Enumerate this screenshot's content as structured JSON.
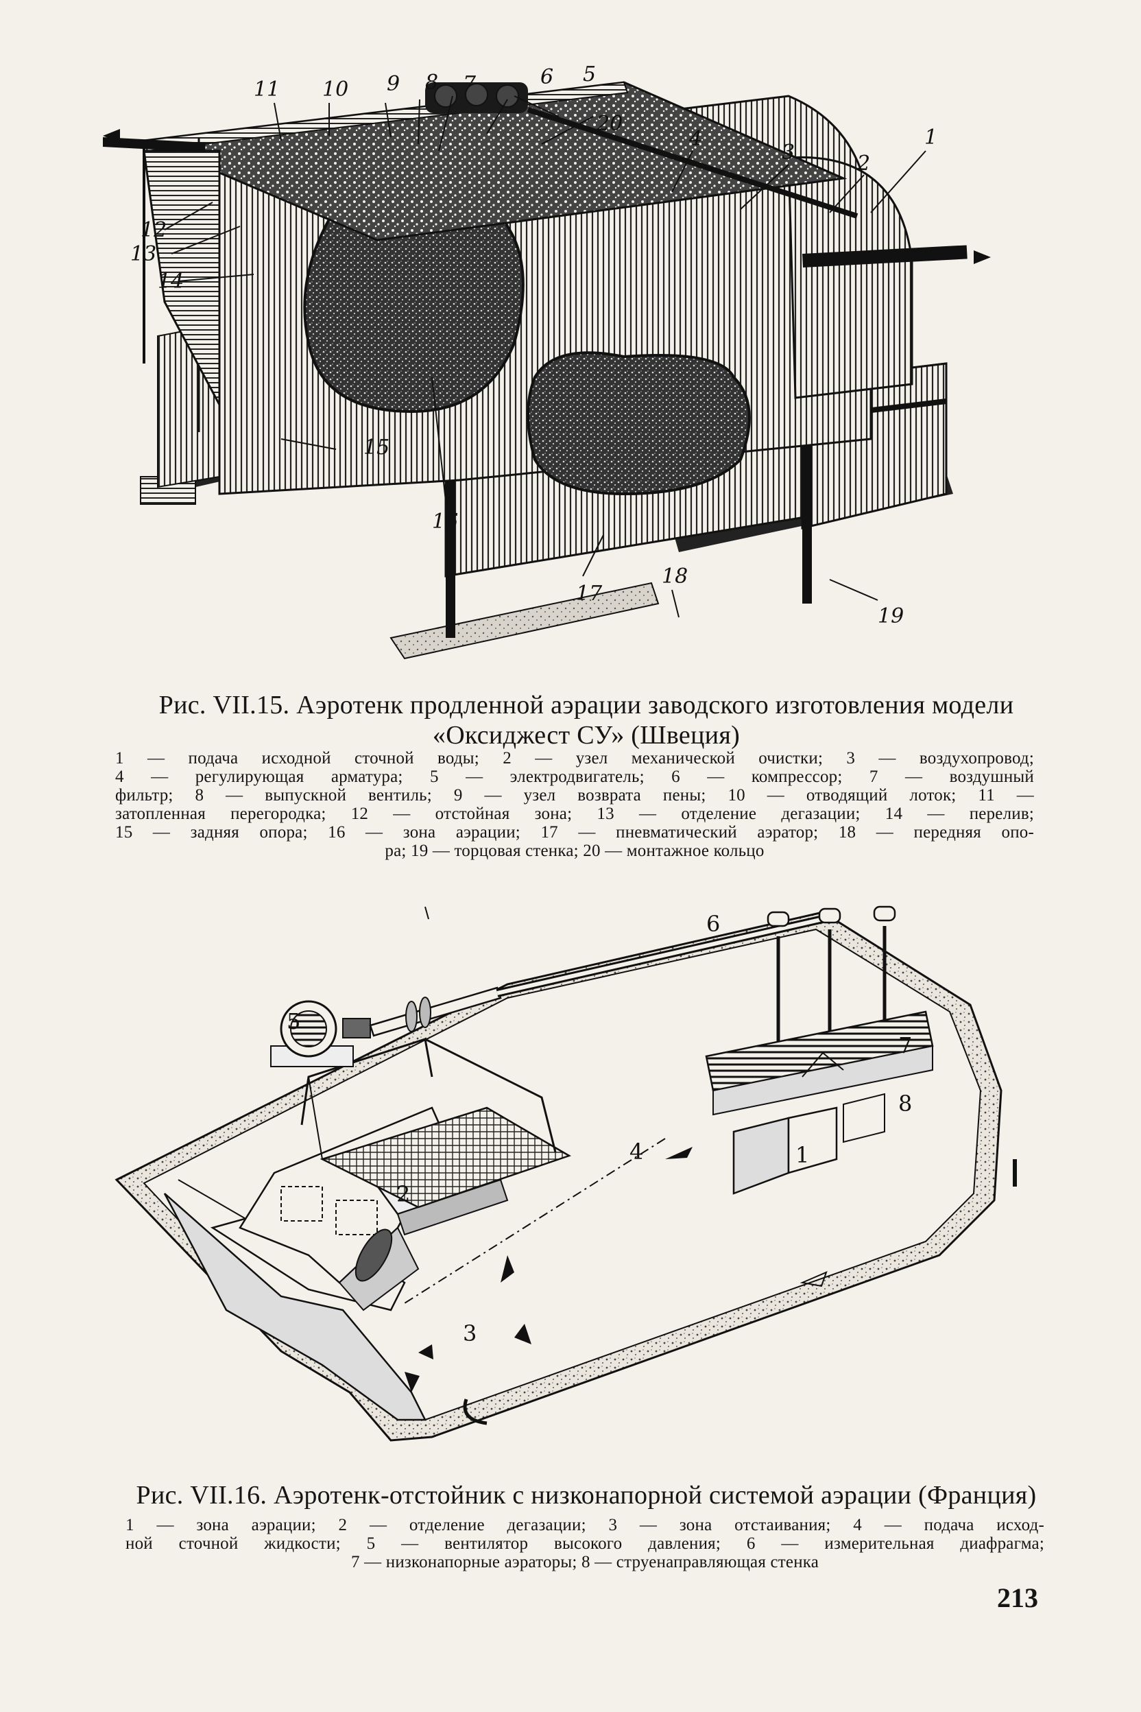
{
  "figure1": {
    "labels": [
      "1",
      "2",
      "3",
      "4",
      "5",
      "6",
      "7",
      "8",
      "9",
      "10",
      "11",
      "12",
      "13",
      "14",
      "15",
      "16",
      "17",
      "18",
      "19",
      "20"
    ],
    "caption_title_line1": "Рис. VII.15. Аэротенк продленной аэрации заводского  изготовления  модели",
    "caption_title_line2": "«Оксиджест СУ» (Швеция)",
    "legend_lines": [
      "1 — подача исходной сточной воды; 2 — узел механической очистки; 3 — воздухопровод;",
      "4 — регулирующая арматура; 5 — электродвигатель; 6 — компрессор; 7 — воздушный",
      "фильтр; 8 — выпускной вентиль; 9 — узел возврата пены; 10 — отводящий лоток; 11 —",
      "затопленная перегородка; 12 — отстойная зона; 13 — отделение дегазации; 14 — перелив;",
      "15 — задняя опора; 16 — зона аэрации; 17 — пневматический аэратор; 18 — передняя опо-",
      "ра; 19 — торцовая стенка; 20 — монтажное кольцо"
    ]
  },
  "figure2": {
    "labels": [
      "1",
      "2",
      "3",
      "4",
      "5",
      "6",
      "7",
      "8"
    ],
    "caption_title": "Рис. VII.16. Аэротенк-отстойник с низконапорной системой аэрации (Франция)",
    "legend_lines": [
      "1 — зона аэрации; 2 — отделение дегазации; 3 — зона отстаивания; 4 — подача исход-",
      "ной сточной жидкости; 5 — вентилятор высокого давления; 6 — измерительная диафрагма;",
      "7 — низконапорные аэраторы; 8 — струенаправляющая стенка"
    ]
  },
  "page_number": "213"
}
